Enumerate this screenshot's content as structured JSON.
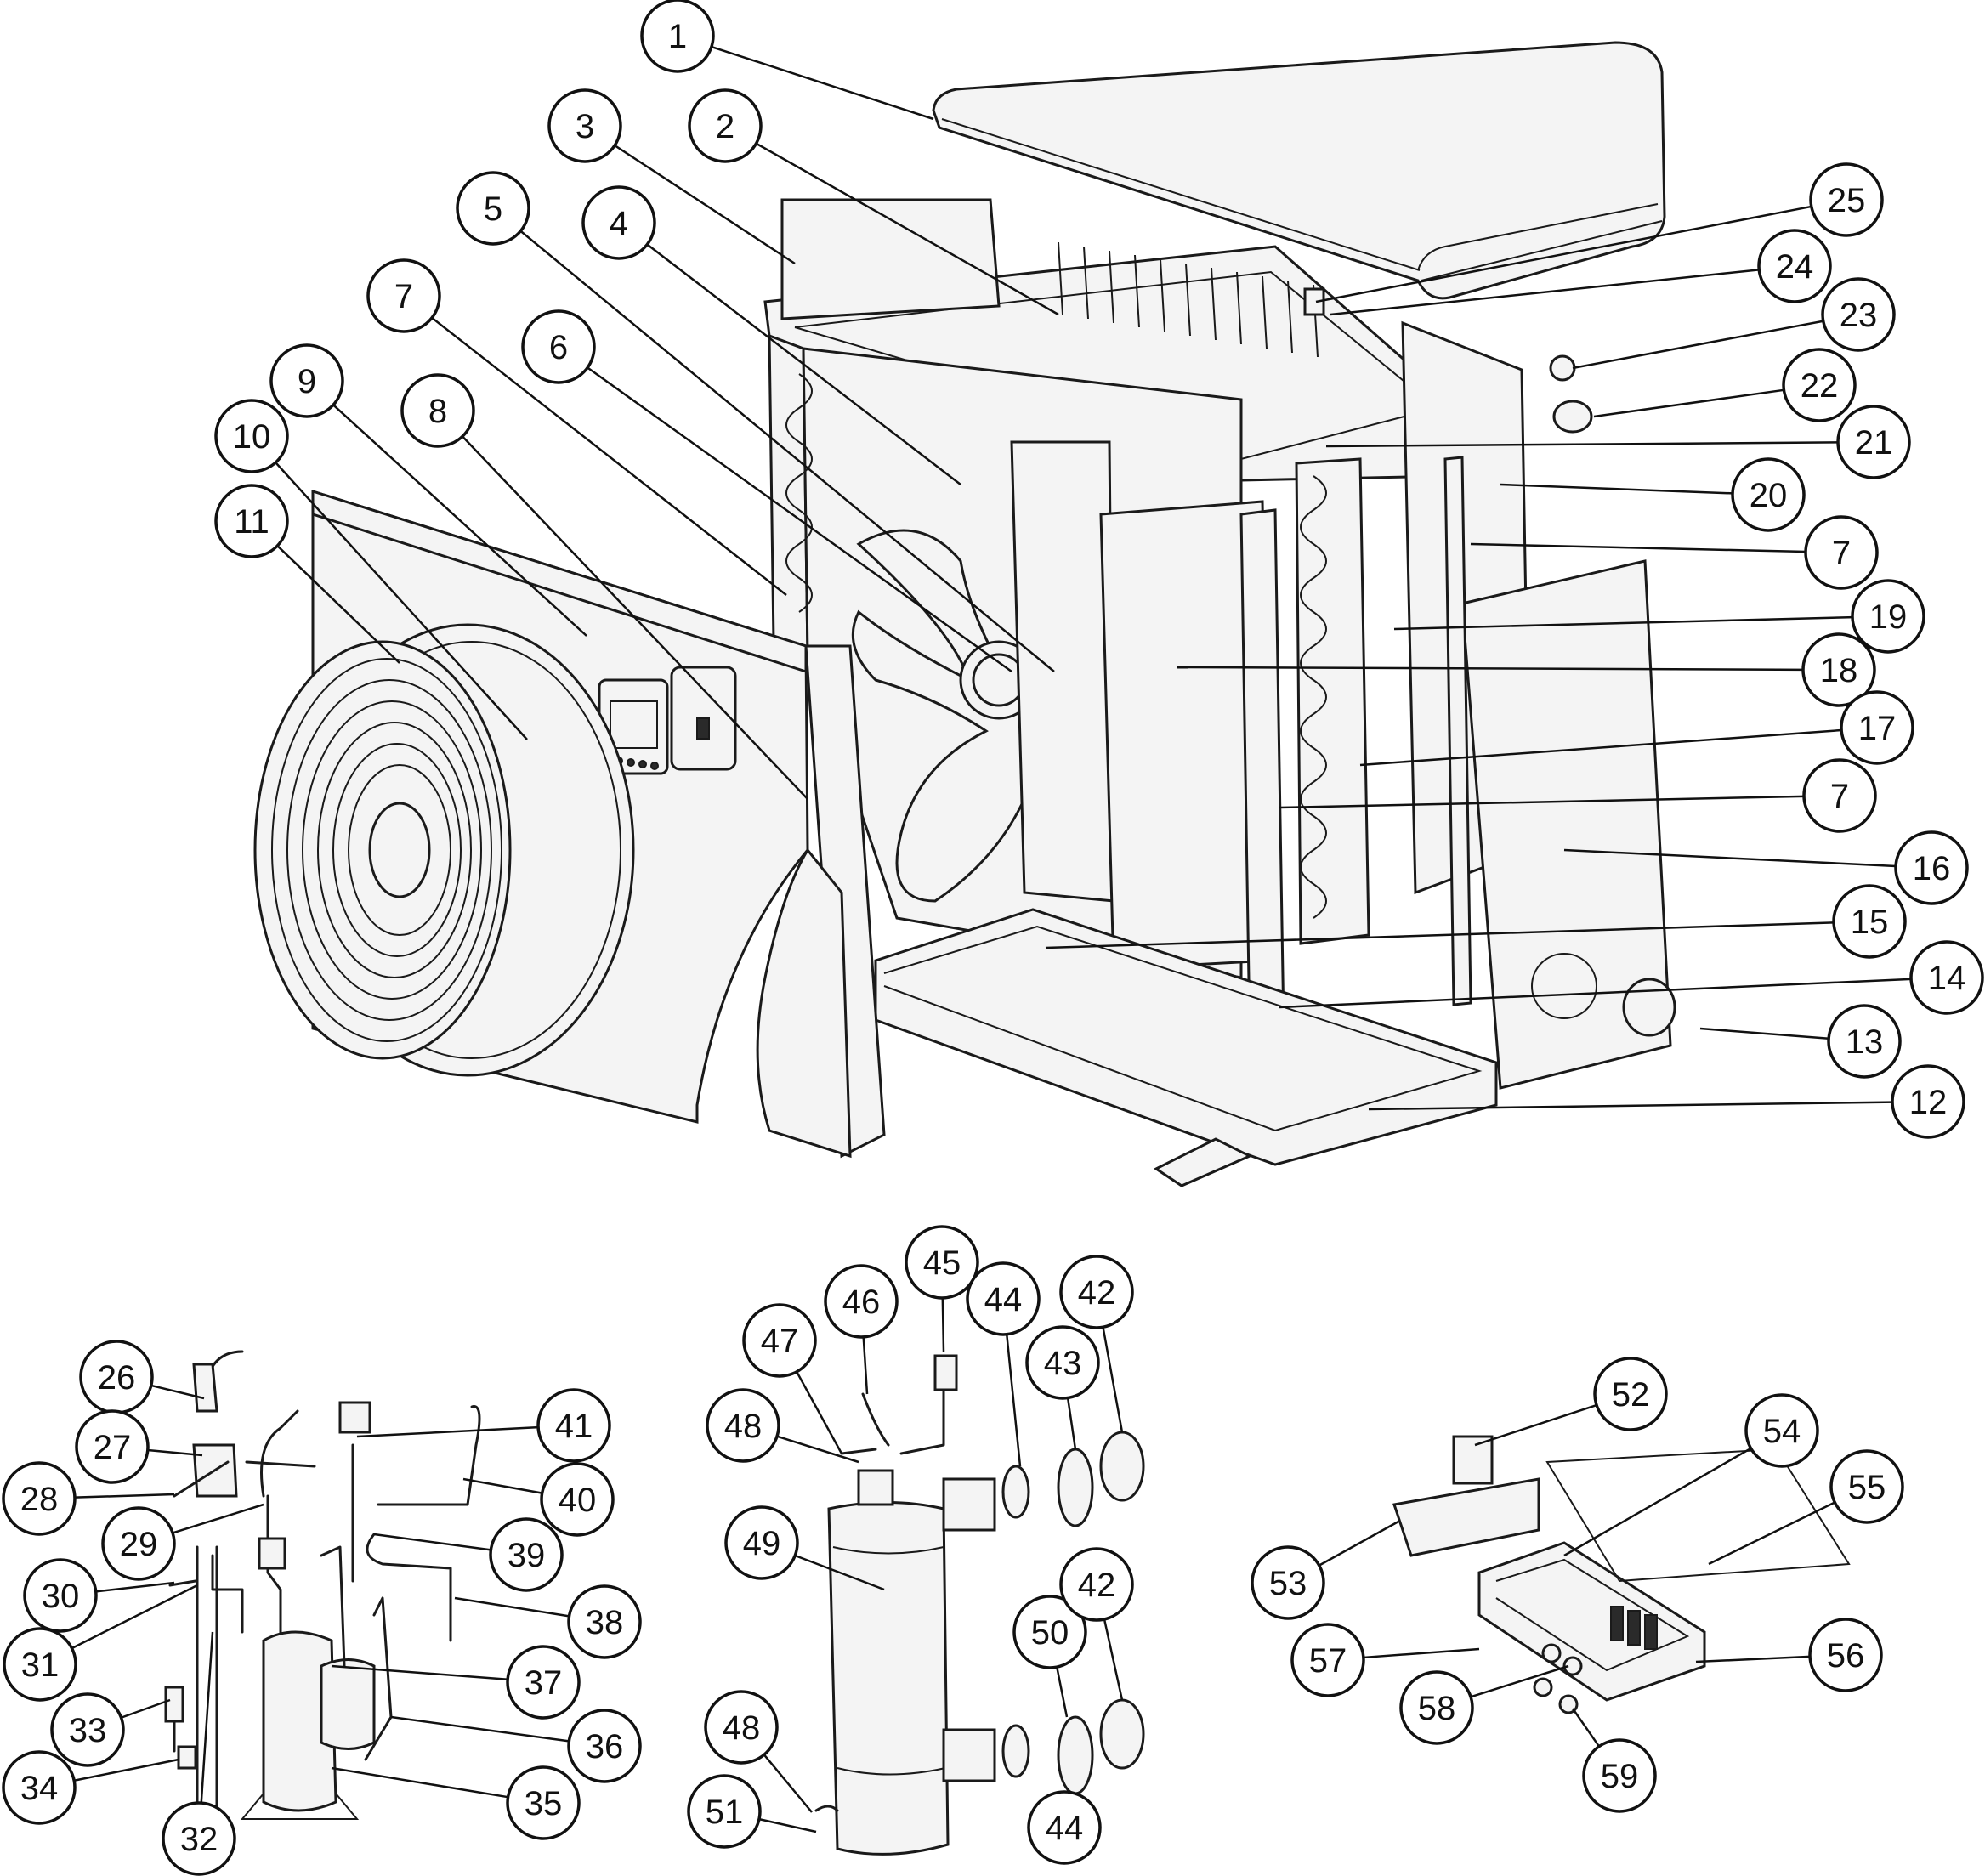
{
  "callouts": [
    {
      "label": "1"
    },
    {
      "label": "2"
    },
    {
      "label": "3"
    },
    {
      "label": "4"
    },
    {
      "label": "5"
    },
    {
      "label": "6"
    },
    {
      "label": "7"
    },
    {
      "label": "8"
    },
    {
      "label": "9"
    },
    {
      "label": "10"
    },
    {
      "label": "11"
    },
    {
      "label": "25"
    },
    {
      "label": "24"
    },
    {
      "label": "23"
    },
    {
      "label": "22"
    },
    {
      "label": "21"
    },
    {
      "label": "20"
    },
    {
      "label": "7"
    },
    {
      "label": "19"
    },
    {
      "label": "18"
    },
    {
      "label": "17"
    },
    {
      "label": "7"
    },
    {
      "label": "16"
    },
    {
      "label": "15"
    },
    {
      "label": "14"
    },
    {
      "label": "13"
    },
    {
      "label": "12"
    },
    {
      "label": "26"
    },
    {
      "label": "27"
    },
    {
      "label": "28"
    },
    {
      "label": "29"
    },
    {
      "label": "30"
    },
    {
      "label": "31"
    },
    {
      "label": "33"
    },
    {
      "label": "34"
    },
    {
      "label": "32"
    },
    {
      "label": "41"
    },
    {
      "label": "40"
    },
    {
      "label": "39"
    },
    {
      "label": "38"
    },
    {
      "label": "37"
    },
    {
      "label": "36"
    },
    {
      "label": "35"
    },
    {
      "label": "45"
    },
    {
      "label": "46"
    },
    {
      "label": "47"
    },
    {
      "label": "44"
    },
    {
      "label": "42"
    },
    {
      "label": "43"
    },
    {
      "label": "48"
    },
    {
      "label": "49"
    },
    {
      "label": "50"
    },
    {
      "label": "42"
    },
    {
      "label": "48"
    },
    {
      "label": "51"
    },
    {
      "label": "44"
    },
    {
      "label": "52"
    },
    {
      "label": "54"
    },
    {
      "label": "55"
    },
    {
      "label": "53"
    },
    {
      "label": "57"
    },
    {
      "label": "56"
    },
    {
      "label": "58"
    },
    {
      "label": "59"
    }
  ]
}
